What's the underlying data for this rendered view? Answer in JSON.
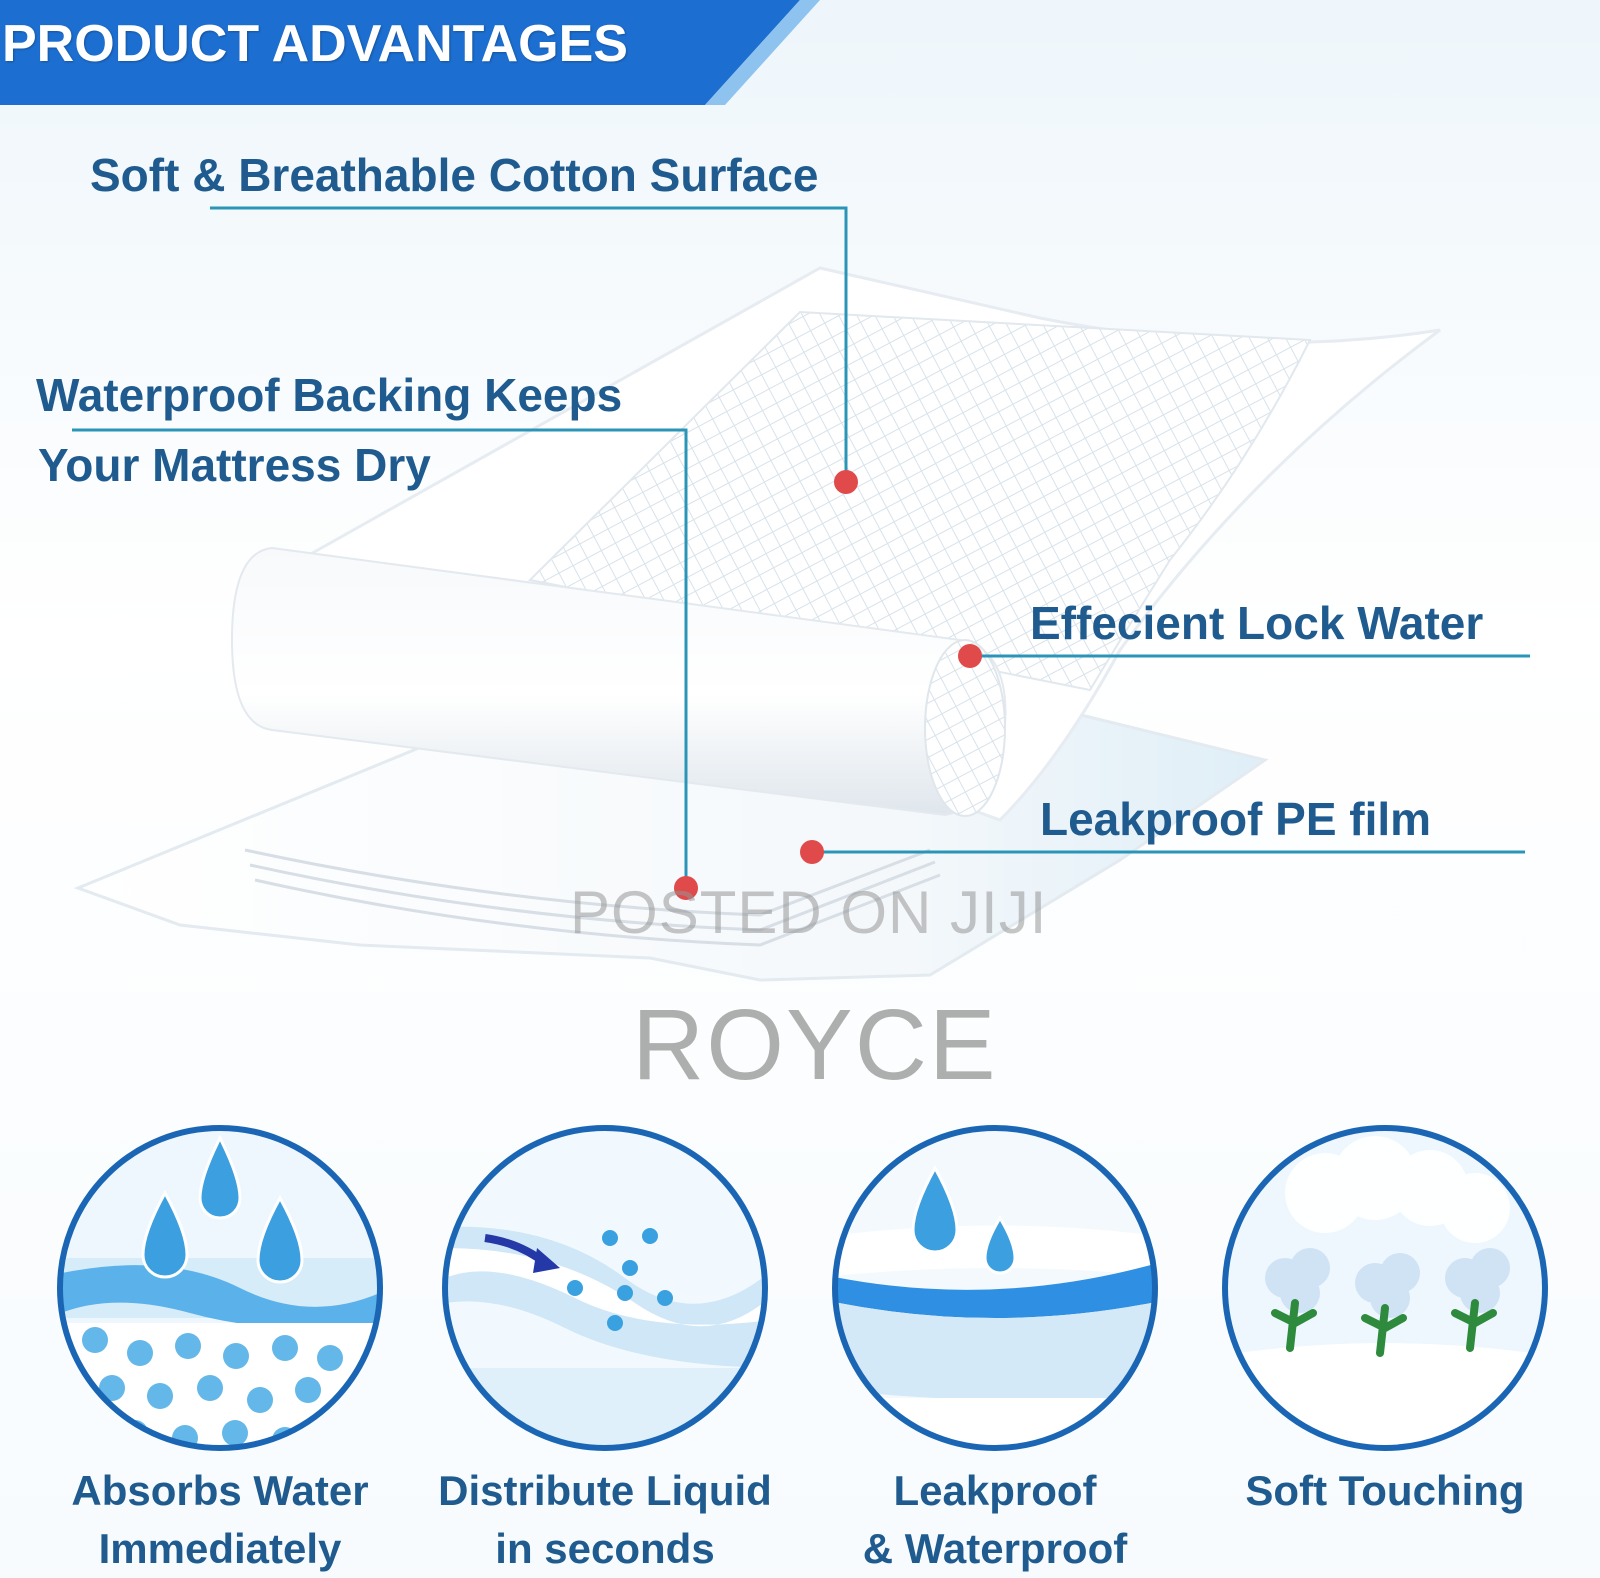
{
  "banner": {
    "title": "PRODUCT ADVANTAGES"
  },
  "callouts": {
    "surface": "Soft & Breathable Cotton Surface",
    "backing_line1": "Waterproof Backing Keeps",
    "backing_line2": "Your Mattress Dry",
    "lock_water": "Effecient Lock Water",
    "pe_film": "Leakproof PE film"
  },
  "watermark": {
    "posted": "POSTED ON JIJI",
    "brand": "ROYCE"
  },
  "features": [
    {
      "line1": "Absorbs Water",
      "line2": "Immediately",
      "icon": "water-drops-icon"
    },
    {
      "line1": "Distribute Liquid",
      "line2": "in seconds",
      "icon": "liquid-distribution-icon"
    },
    {
      "line1": "Leakproof",
      "line2": "& Waterproof",
      "icon": "leakproof-layer-icon"
    },
    {
      "line1": "Soft Touching",
      "line2": "",
      "icon": "cotton-flower-icon"
    }
  ],
  "colors": {
    "brand_blue": "#1c6fd1",
    "label_blue": "#1f5b8e",
    "leader_line": "#2b95b8",
    "marker_red": "#e04a4a",
    "circle_border": "#1b66b4"
  }
}
